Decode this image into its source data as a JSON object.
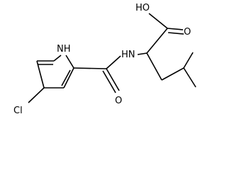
{
  "molecule": {
    "atoms": {
      "chlorine": "Cl",
      "pyrrole_nh": "NH",
      "amide_nh": "HN",
      "hydroxyl": "HO",
      "acid_oxygen": "O",
      "amide_oxygen": "O"
    }
  }
}
